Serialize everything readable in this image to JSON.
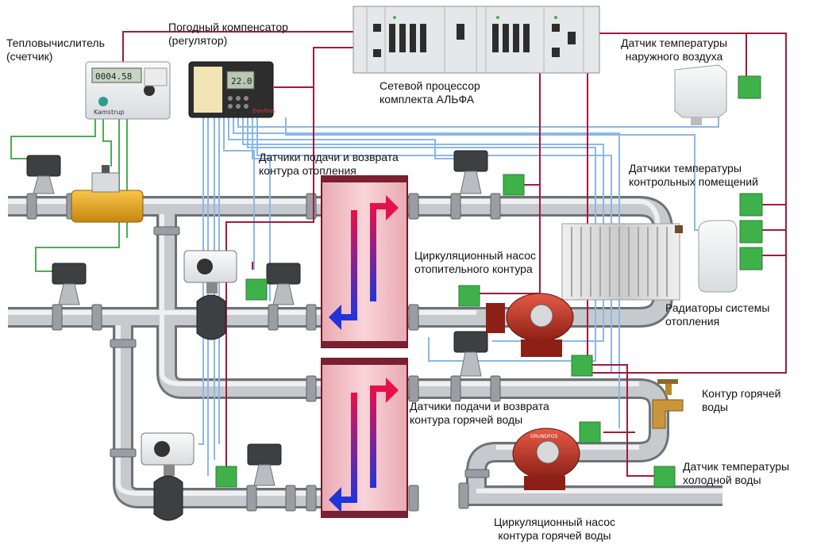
{
  "labels": {
    "heat_meter": "Тепловычислитель\n(счетчик)",
    "weather_compensator": "Погодный компенсатор\n(регулятор)",
    "network_processor": "Сетевой процессор\nкомплекта АЛЬФА",
    "outdoor_sensor": "Датчик температуры\nнаружного воздуха",
    "heating_supply_return_sensors": "Датчики подачи и возврата\nконтура отопления",
    "room_sensors": "Датчики температуры\nконтрольных помещений",
    "heating_pump": "Циркуляционный насос\nотопительного контура",
    "radiators": "Радиаторы системы\nотопления",
    "hot_water_circuit": "Контур горячей\nводы",
    "hot_water_supply_return_sensors": "Датчики подачи и возврата\nконтура горячей воды",
    "cold_water_sensor": "Датчик температуры\nхолодной воды",
    "hot_water_pump": "Циркуляционный насос\nконтура горячей воды"
  },
  "device_text": {
    "meter_brand": "Kamstrup",
    "meter_display": "0004.58",
    "controller_display": "22.0",
    "controller_brand": "Danfoss",
    "pump_brand": "GRUNDFOS"
  },
  "colors": {
    "pipe": "#b9bcc0",
    "heat_exchanger": "#f6c7cc",
    "blue_wire": "#8ab8ea",
    "red_wire": "#a01c3c",
    "green_wire": "#4caf50",
    "sensor_square": "#3fb14a",
    "pump_red": "#c0392b",
    "meter_body": "#e6a020"
  }
}
